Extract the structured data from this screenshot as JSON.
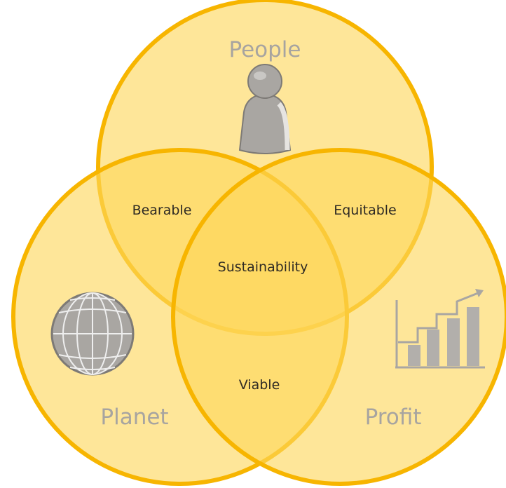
{
  "diagram": {
    "sets": [
      {
        "key": "people",
        "label": "People",
        "icon": "person-icon"
      },
      {
        "key": "planet",
        "label": "Planet",
        "icon": "globe-icon"
      },
      {
        "key": "profit",
        "label": "Profit",
        "icon": "bar-chart-icon"
      }
    ],
    "intersections": {
      "people_planet": "Bearable",
      "people_profit": "Equitable",
      "planet_profit": "Viable",
      "all": "Sustainability"
    },
    "colors": {
      "circle_fill": "#fdd65a",
      "circle_stroke": "#f7b500",
      "icon_gray": "#a9a6a2",
      "label_gray": "#a7a4a0",
      "text_dark": "#2e2a24"
    }
  }
}
